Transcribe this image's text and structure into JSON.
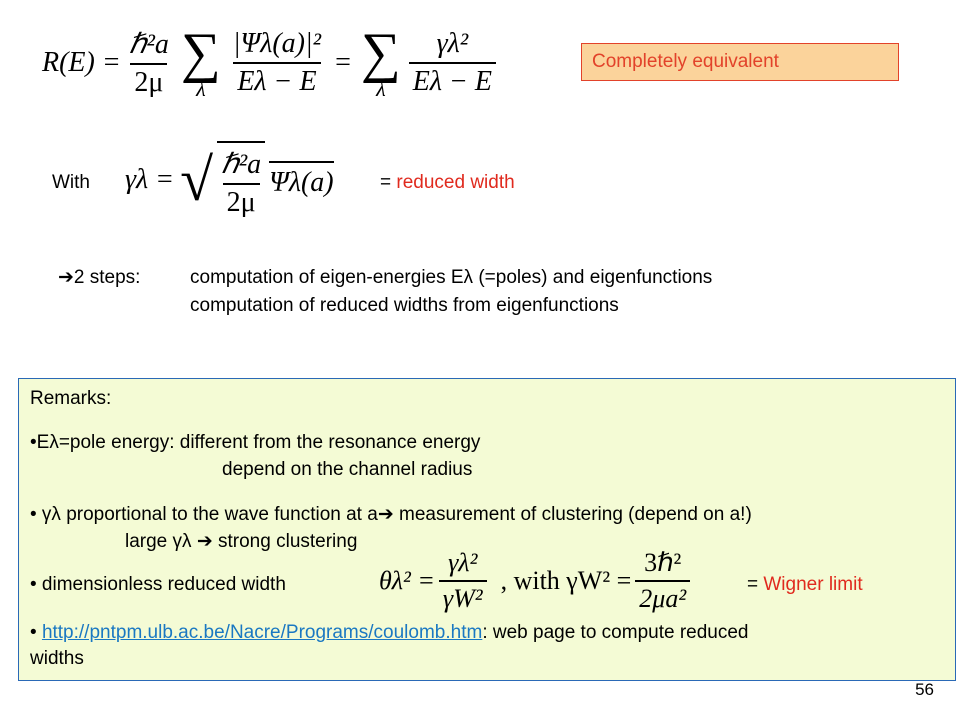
{
  "equations": {
    "R_E": "R(E) =",
    "hbar2a": "ℏ²a",
    "two_mu": "2μ",
    "lambda": "λ",
    "psi_num": "|Ψλ(a)|²",
    "E_minus": "Eλ − E",
    "gamma_num": "γλ²",
    "equals": "="
  },
  "callout": {
    "text": "Completely equivalent"
  },
  "with_line": {
    "with_label": "With",
    "gamma_eq": "γλ =",
    "sqrt_num": "ℏ²a",
    "sqrt_den": "2μ",
    "psi_a": "Ψλ(a)",
    "reduced_width_eq": "= ",
    "reduced_width": "reduced width"
  },
  "steps": {
    "arrow": "➔",
    "label": "2 steps:",
    "line1": "computation of eigen-energies Eλ (=poles) and eigenfunctions",
    "line2": "computation of reduced widths from eigenfunctions"
  },
  "remarks": {
    "title": "Remarks:",
    "b1_line1": "•Eλ=pole energy: different from the resonance energy",
    "b1_line2": "depend on the channel radius",
    "b2_line1_a": "• γλ proportional to the wave function at a",
    "b2_line1_b": " measurement of clustering (depend on a!)",
    "b2_line2_a": "large γλ ",
    "b2_line2_b": " strong clustering",
    "b3_text": "• dimensionless reduced width",
    "b3_theta": "θλ² =",
    "b3_frac_num": "γλ²",
    "b3_frac_den": "γW²",
    "b3_with": ", with γW² =",
    "b3_w_num": "3ℏ²",
    "b3_w_den": "2μa²",
    "b3_wigner_eq": "= ",
    "b3_wigner": "Wigner limit",
    "b4_bullet": "• ",
    "b4_link": "http://pntpm.ulb.ac.be/Nacre/Programs/coulomb.htm",
    "b4_text": ": web page to compute reduced",
    "b4_text2": "widths"
  },
  "page_number": "56",
  "colors": {
    "accent_red": "#e02a1e",
    "link_blue": "#1a78c2",
    "box_border": "#2a69b6",
    "box_fill": "#f4fbd5",
    "callout_fill": "#fbd39b"
  }
}
